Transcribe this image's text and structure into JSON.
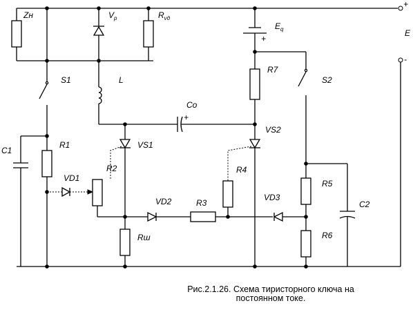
{
  "caption": {
    "line1": "Рис.2.1.26. Схема тиристорного ключа на",
    "line2": "постоянном токе."
  },
  "labels": {
    "zn": "Zн",
    "vp": "V",
    "vp_sub": "p",
    "rvd": "R",
    "rvd_sub": "vд",
    "eq": "E",
    "eq_sub": "q",
    "e": "E",
    "plus_terminal": "+",
    "minus_terminal": "-",
    "s1": "S1",
    "l": "L",
    "r7": "R7",
    "s2": "S2",
    "co": "Co",
    "co_plus": "+",
    "eq_plus": "+",
    "vs1": "VS1",
    "vs2": "VS2",
    "c1": "C1",
    "r1": "R1",
    "vd1": "VD1",
    "r2": "R2",
    "r4": "R4",
    "r5": "R5",
    "c2": "C2",
    "vd2": "VD2",
    "r3": "R3",
    "vd3": "VD3",
    "r6": "R6",
    "rsh": "Rш"
  }
}
